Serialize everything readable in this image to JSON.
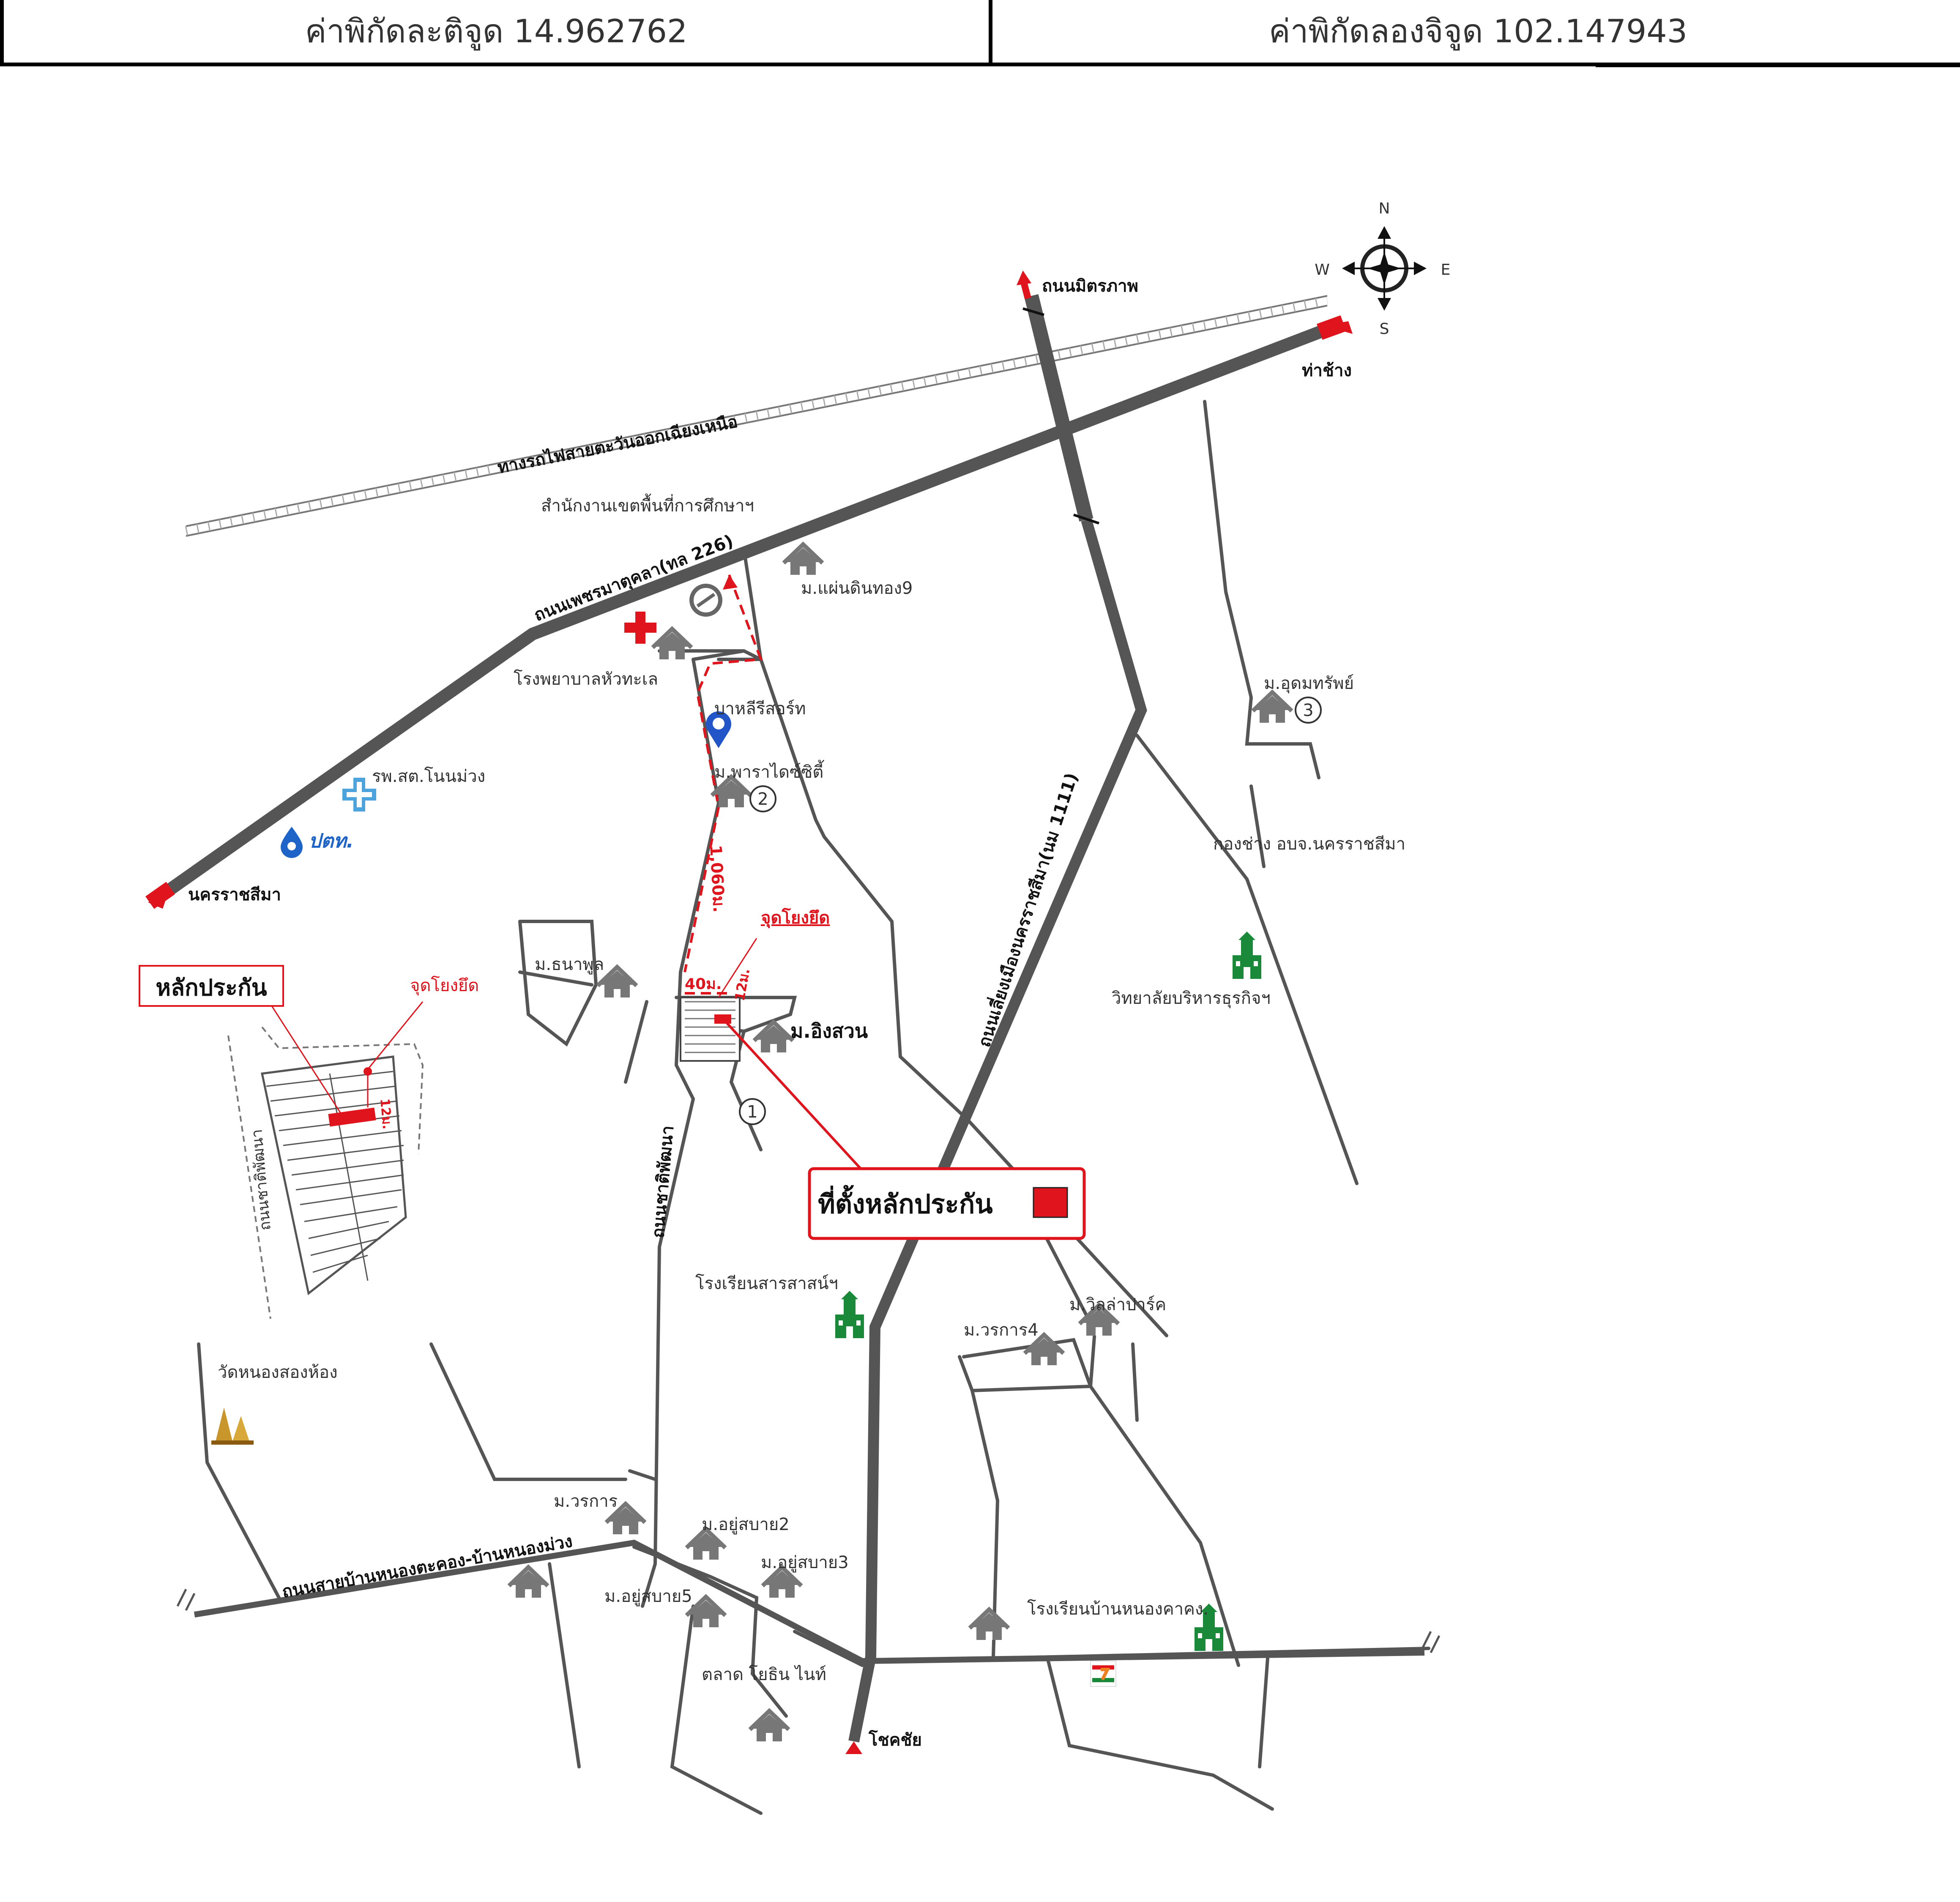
{
  "header": {
    "latitude_text": "ค่าพิกัดละติจูด 14.962762",
    "longitude_text": "ค่าพิกัดลองจิจูด 102.147943"
  },
  "compass": {
    "n": "N",
    "s": "S",
    "e": "E",
    "w": "W"
  },
  "roads": {
    "mittraphap": "ถนนมิตรภาพ",
    "tha_chang": "ท่าช้าง",
    "railway": "ทางรถไฟสายตะวันออกเฉียงเหนือ",
    "phetmattakhun": "ถนนเพชรมาตุคลา(ทล 226)",
    "nakhon_ratchasima": "นครราชสีมา",
    "bypass": "ถนนเลี่ยงเมืองนครราชสีมา(นม 1111)",
    "sahakhon": "ถนนชาติพัฒนา",
    "nongkhon_road": "ถนนสายบ้านหนองตะคอง-บ้านหนองม่วง",
    "chok_chai": "โชคชัย",
    "inset_road": "ถนนชาติพัฒนา"
  },
  "places": {
    "edu_office": "สำนักงานเขตพื้นที่การศึกษาฯ",
    "mb_phaendin": "ม.แผ่นดินทอง9",
    "hospital": "โรงพยาบาลหัวทะเล",
    "bahli": "บาหลีรีสอร์ท",
    "mb_paradise": "ม.พาราไดซ์ซิตี้",
    "rph_nonmuang": "รพ.สต.โนนม่วง",
    "ptt": "ปตท.",
    "mb_udom": "ม.อุดมทรัพย์",
    "kong_chang": "กองช่าง อบจ.นครราชสีมา",
    "business_college": "วิทยาลัยบริหารธุรกิจฯ",
    "mb_thanaphon": "ม.ธนาพูล",
    "mb_ingsuan": "ม.อิงสวน",
    "school_sarasas": "โรงเรียนสารสาสน์ฯ",
    "mb_villa": "ม.วิลล่าปาร์ค",
    "mb_worakan4": "ม.วรการ4",
    "wat_nongsong": "วัดหนองสองห้อง",
    "mb_worakan": "ม.วรการ",
    "mb_yusabai2": "ม.อยู่สบาย2",
    "mb_yusabai3": "ม.อยู่สบาย3",
    "mb_yusabai5": "ม.อยู่สบาย5",
    "market": "ตลาด โยธิน ไนท์",
    "school_nongkhon": "โรงเรียนบ้านหนองคาคง."
  },
  "annotations": {
    "dist_1060": "1,060ม.",
    "dist_40": "40ม.",
    "dist_12": "12ม.",
    "anchor_point": "จุดโยงยึด",
    "anchor_point_inset": "จุดโยงยึด",
    "collateral": "หลักประกัน",
    "collateral_location": "ที่ตั้งหลักประกัน",
    "inset_12": "12ม.",
    "marker_1": "1",
    "marker_2": "2",
    "marker_3": "3"
  },
  "colors": {
    "road_main": "#555555",
    "road_minor": "#555555",
    "accent_red": "#e0141c",
    "school_green": "#1a8a3a",
    "house_grey": "#777777"
  },
  "icons": [
    "compass-rose-icon",
    "hospital-cross-icon",
    "house-icon",
    "school-icon",
    "temple-icon",
    "ptt-station-icon",
    "bus-stop-icon",
    "health-center-icon",
    "seven-eleven-icon",
    "stadium-icon"
  ]
}
